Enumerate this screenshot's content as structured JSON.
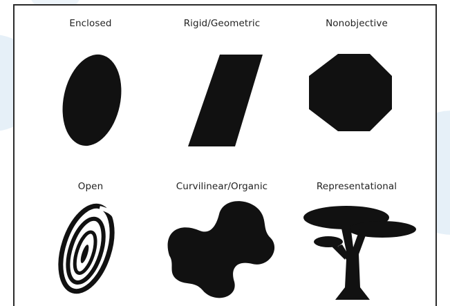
{
  "figure": {
    "shapes": [
      {
        "label": "Enclosed",
        "icon": "ellipse-icon"
      },
      {
        "label": "Rigid/Geometric",
        "icon": "parallelogram-icon"
      },
      {
        "label": "Nonobjective",
        "icon": "octagon-icon"
      },
      {
        "label": "Open",
        "icon": "spiral-icon"
      },
      {
        "label": "Curvilinear/Organic",
        "icon": "organic-blob-icon"
      },
      {
        "label": "Representational",
        "icon": "tree-icon"
      }
    ]
  },
  "colors": {
    "shape_fill": "#111111",
    "label_text": "#222222",
    "background_tint": "#e6f0f8",
    "frame": "#2a2a2a"
  }
}
